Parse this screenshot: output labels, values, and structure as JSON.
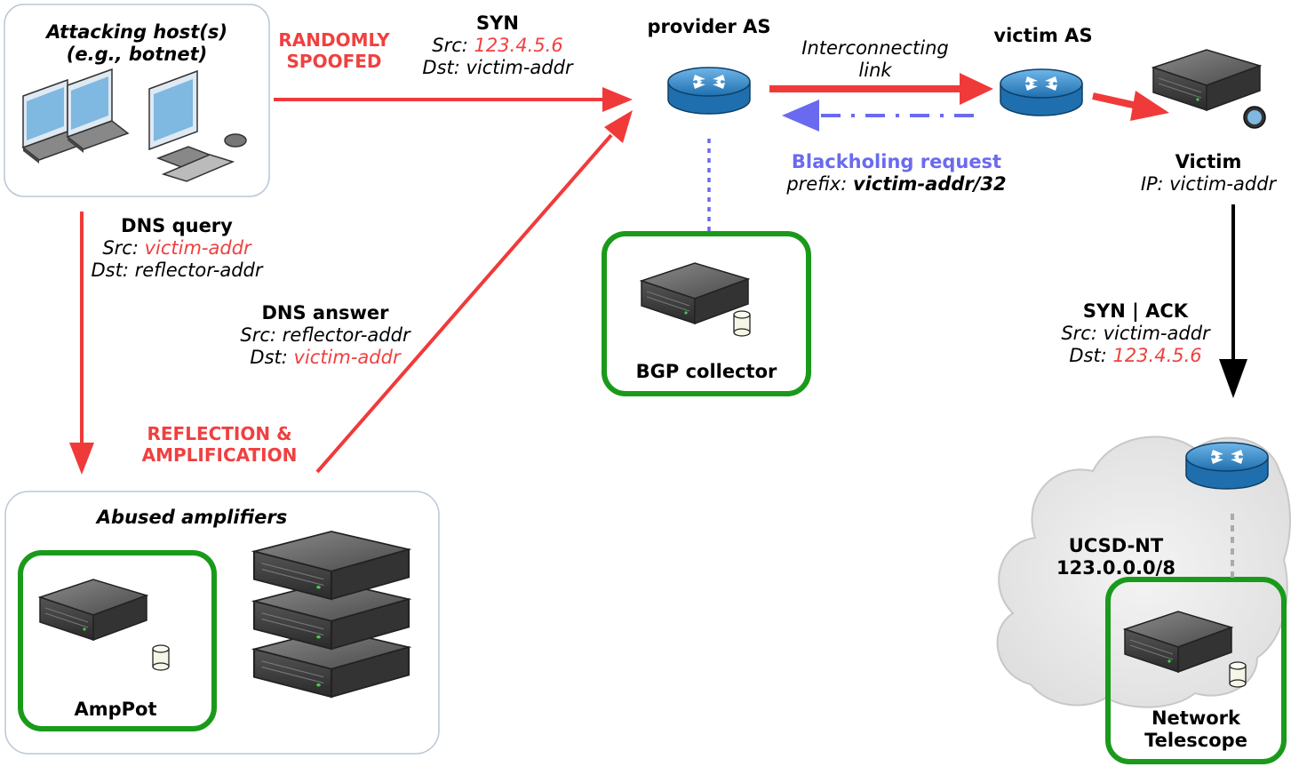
{
  "colors": {
    "red": "#f03a3a",
    "blue": "#6a6af0",
    "green": "#1a9a1a",
    "black": "#000000",
    "gray": "#aaaaaa",
    "router": "#2f86c8",
    "server": "#3c3c3c"
  },
  "nodes": {
    "attackers": {
      "title": "Attacking host(s)",
      "subtitle": "(e.g., botnet)",
      "icon": "laptops-and-desktop-icon"
    },
    "provider": {
      "label": "provider AS",
      "icon": "router-icon"
    },
    "victim_as": {
      "label": "victim AS",
      "icon": "router-icon"
    },
    "victim": {
      "label": "Victim",
      "ip": "IP: victim-addr",
      "icon": "web-server-icon"
    },
    "bgp": {
      "label": "BGP collector",
      "icon": "database-server-icon"
    },
    "amplifiers": {
      "title": "Abused amplifiers",
      "icon": "server-stack-icon"
    },
    "amppot": {
      "label": "AmpPot",
      "icon": "database-server-icon"
    },
    "ucsd": {
      "name": "UCSD-NT",
      "prefix": "123.0.0.0/8",
      "icon": "cloud-icon"
    },
    "telescope": {
      "line1": "Network",
      "line2": "Telescope",
      "icon": "database-server-icon"
    }
  },
  "labels": {
    "randomly_spoofed": {
      "line1": "RANDOMLY",
      "line2": "SPOOFED"
    },
    "syn": {
      "title": "SYN",
      "src_prefix": "Src: ",
      "src": "123.4.5.6",
      "dst": "Dst: victim-addr"
    },
    "interconnecting": {
      "line1": "Interconnecting",
      "line2": "link"
    },
    "blackholing": {
      "title": "Blackholing request",
      "prefix_label": "prefix: ",
      "prefix": "victim-addr/32"
    },
    "dns_query": {
      "title": "DNS query",
      "src_prefix": "Src: ",
      "src": "victim-addr",
      "dst": "Dst: reflector-addr"
    },
    "dns_answer": {
      "title": "DNS answer",
      "src": "Src: reflector-addr",
      "dst_prefix": "Dst: ",
      "dst": "victim-addr"
    },
    "reflection": {
      "line1": "REFLECTION &",
      "line2": "AMPLIFICATION"
    },
    "synack": {
      "title": "SYN | ACK",
      "src": "Src: victim-addr",
      "dst_prefix": "Dst: ",
      "dst": "123.4.5.6"
    }
  }
}
